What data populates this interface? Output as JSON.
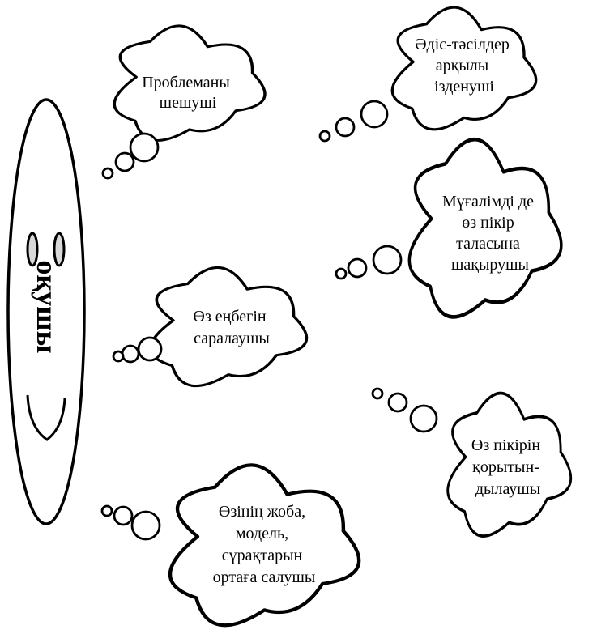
{
  "figure": {
    "student_label": "оқушы",
    "colors": {
      "stroke": "#000000",
      "fill": "#ffffff",
      "eye_fill": "#d9d9d9"
    },
    "clouds": [
      {
        "id": "problem-solver",
        "lines": [
          "Проблеманы",
          "шешуші"
        ]
      },
      {
        "id": "method-seeker",
        "lines": [
          "Әдіс-тәсілдер",
          "арқылы",
          "ізденуші"
        ]
      },
      {
        "id": "debate-inviter",
        "lines": [
          "Мұғалімді де",
          "өз пікір",
          "таласына",
          "шақырушы"
        ]
      },
      {
        "id": "self-evaluator",
        "lines": [
          "Өз еңбегін",
          "саралаушы"
        ]
      },
      {
        "id": "summarizer",
        "lines": [
          "Өз пікірін",
          "қорытын-",
          "дылаушы"
        ]
      },
      {
        "id": "project-presenter",
        "lines": [
          "Өзінің жоба,",
          "модель,",
          "сұрақтарын",
          "ортаға салушы"
        ]
      }
    ]
  }
}
